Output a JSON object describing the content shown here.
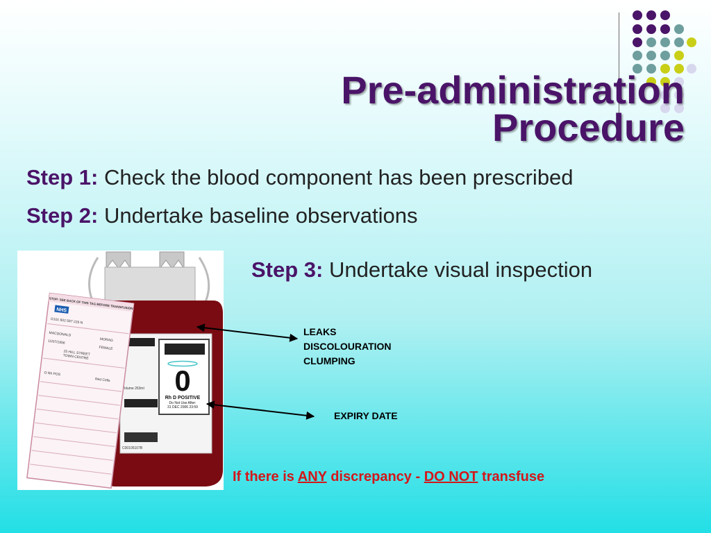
{
  "slide": {
    "title_line1": "Pre-administration",
    "title_line2": "Procedure",
    "step1_label": "Step 1:",
    "step1_text": "Check the blood component has been prescribed",
    "step2_label": "Step 2:",
    "step2_text": "Undertake baseline observations",
    "step3_label": "Step 3:",
    "step3_text": "Undertake visual inspection",
    "note_leaks": "LEAKS",
    "note_discolouration": "DISCOLOURATION",
    "note_clumping": "CLUMPING",
    "note_expiry": "EXPIRY DATE",
    "warning_pre": "If there is",
    "warning_any": "ANY",
    "warning_mid": "discrepancy -",
    "warning_donot": "DO NOT",
    "warning_post": "transfuse"
  },
  "bag_image": {
    "tag_header": "STOP: SEE BACK OF THIS TAG BEFORE TRANSFUSION",
    "nhs_logo": "NHS",
    "donation_no": "G101 602 597 229 N",
    "surname": "MACDONALD",
    "forename": "MORAG",
    "dob": "11/07/1956",
    "gender": "FEMALE",
    "address_line1": "25 HILL STREET",
    "address_line2": "TOWN CENTRE",
    "component": "Red Cells",
    "blood_group": "O Rh POS",
    "label_group": "0",
    "label_rh": "Rh D POSITIVE",
    "label_do_not_use": "Do Not Use After:",
    "label_expiry": "31 DEC 2006 23:59",
    "label_volume": "Volume 263ml",
    "label_code": "C00105107B"
  },
  "colors": {
    "title": "#4a1468",
    "warning": "#d3171a",
    "dot_purple": "#4a1468",
    "dot_teal": "#6e9e9e",
    "dot_yellow": "#c9cf16",
    "dot_lilac": "#d7d7ee",
    "blood": "#7a0b12"
  }
}
